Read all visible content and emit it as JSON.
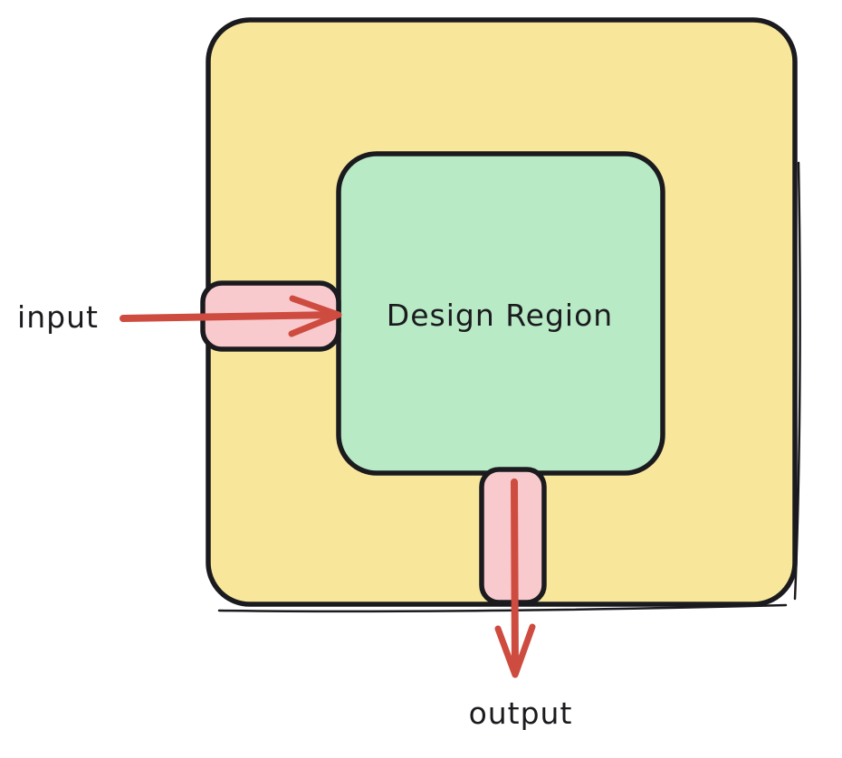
{
  "canvas": {
    "background": "#ffffff"
  },
  "colors": {
    "outer_fill": "#F8E79B",
    "region_fill": "#B7EAC5",
    "port_fill": "#F8CACD",
    "stroke": "#1B1B1F",
    "arrow": "#CE4B3F",
    "text": "#1B1B1F"
  },
  "labels": {
    "design_region": "Design Region",
    "input": "input",
    "output": "output"
  }
}
